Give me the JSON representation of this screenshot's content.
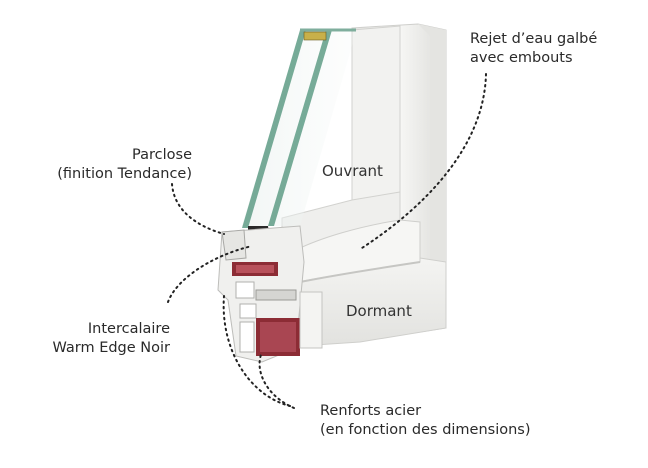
{
  "labels": {
    "rejet": {
      "line1": "Rejet d’eau galbé",
      "line2": "avec embouts"
    },
    "parclose": {
      "line1": "Parclose",
      "line2": "(finition Tendance)"
    },
    "ouvrant": "Ouvrant",
    "dormant": "Dormant",
    "intercalaire": {
      "line1": "Intercalaire",
      "line2": "Warm Edge Noir"
    },
    "renforts": {
      "line1": "Renforts acier",
      "line2": "(en fonction des dimensions)"
    }
  },
  "colors": {
    "pvc": "#f3f3f1",
    "pvc_shadow": "#d9d9d6",
    "glass_edge": "#4e8e79",
    "steel_reinforcement": "#8c2c35",
    "leader": "#222222"
  }
}
